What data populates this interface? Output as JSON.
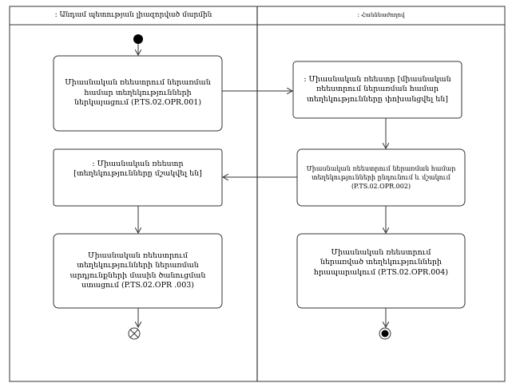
{
  "lanes": [
    {
      "title": ": Անդամ պետության լիազորված մարմին"
    },
    {
      "title": ": Հանձնաժողով"
    }
  ],
  "nodes": {
    "a1": {
      "text": "Միասնական ռեեստրում ներառման համար տեղեկությունների ներկայացում (P.TS.02.OPR.001)"
    },
    "a2": {
      "text": ": Միասնական ռեեստր [միասնական ռեեստրում ներառման համար տեղեկությունները փոխանցվել են]"
    },
    "a3": {
      "text": ": Միասնական ռեեստր [տեղեկությունները մշակվել են]"
    },
    "a4": {
      "text": "Միասնական ռեեստրում ներառման համար տեղեկությունների ընդունում և մշակում (P.TS.02.OPR.002)"
    },
    "a5": {
      "text": "Միասնական ռեեստրում տեղեկությունների ներառման արդյունքների մասին ծանուցման ստացում (P.TS.02.OPR .003)"
    },
    "a6": {
      "text": "Միասնական ռեեստրում ներառված տեղեկությունների հրապարակում (P.TS.02.OPR.004)"
    }
  }
}
